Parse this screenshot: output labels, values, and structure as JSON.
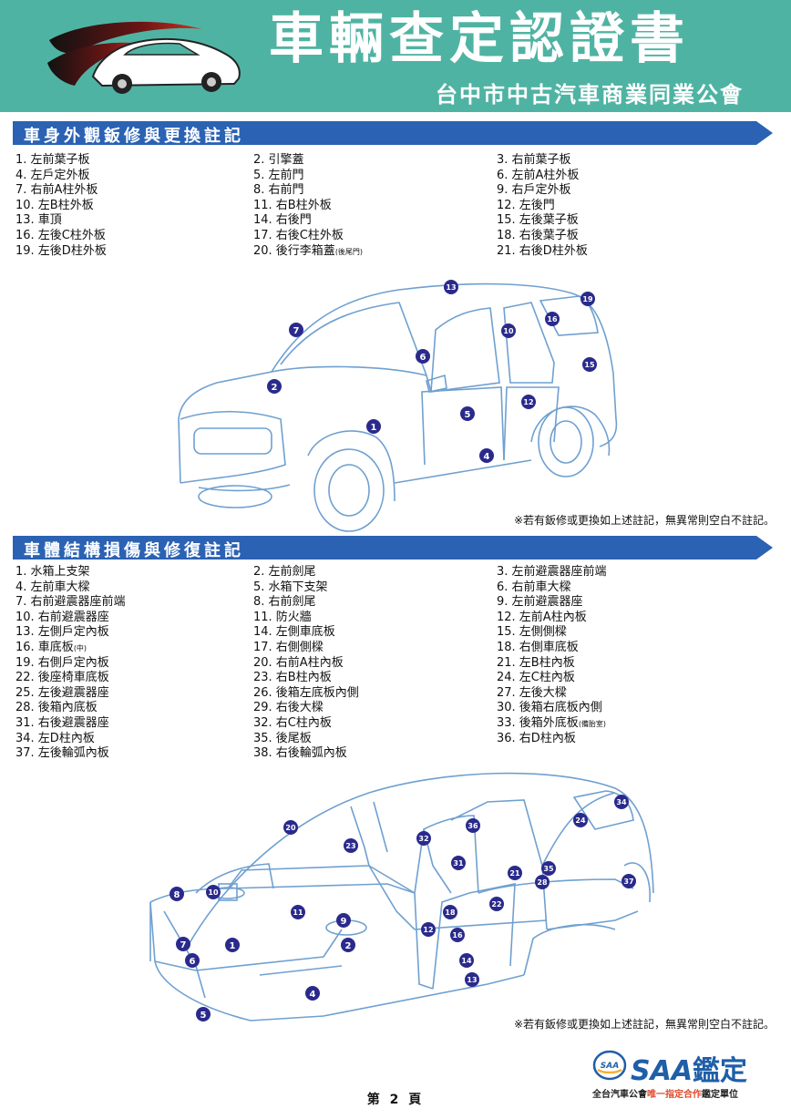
{
  "header": {
    "title": "車輛查定認證書",
    "subtitle": "台中市中古汽車商業同業公會"
  },
  "section1": {
    "title": "車身外觀鈑修與更換註記",
    "rows": [
      [
        "1. 左前葉子板",
        "2. 引擎蓋",
        "3. 右前葉子板"
      ],
      [
        "4. 左戶定外板",
        "5. 左前門",
        "6. 左前A柱外板"
      ],
      [
        "7. 右前A柱外板",
        "8. 右前門",
        "9. 右戶定外板"
      ],
      [
        "10. 左B柱外板",
        "11. 右B柱外板",
        "12. 左後門"
      ],
      [
        "13. 車頂",
        "14. 右後門",
        "15. 左後葉子板"
      ],
      [
        "16. 左後C柱外板",
        "17. 右後C柱外板",
        "18. 右後葉子板"
      ],
      [
        "19. 左後D柱外板",
        "20. 後行李箱蓋",
        "21. 右後D柱外板"
      ]
    ],
    "row20_suffix": "(後尾門)",
    "markers": [
      "1",
      "2",
      "4",
      "5",
      "6",
      "7",
      "10",
      "12",
      "13",
      "15",
      "16",
      "19"
    ],
    "note": "※若有鈑修或更換如上述註記，無異常則空白不註記。"
  },
  "section2": {
    "title": "車體結構損傷與修復註記",
    "rows": [
      [
        "1. 水箱上支架",
        "2. 左前劍尾",
        "3. 左前避震器座前端"
      ],
      [
        "4. 左前車大樑",
        "5. 水箱下支架",
        "6. 右前車大樑"
      ],
      [
        "7. 右前避震器座前端",
        "8. 右前劍尾",
        "9. 左前避震器座"
      ],
      [
        "10. 右前避震器座",
        "11. 防火牆",
        "12. 左前A柱內板"
      ],
      [
        "13. 左側戶定內板",
        "14. 左側車底板",
        "15. 左側側樑"
      ],
      [
        "16. 車底板",
        "17. 右側側樑",
        "18. 右側車底板"
      ],
      [
        "19. 右側戶定內板",
        "20. 右前A柱內板",
        "21. 左B柱內板"
      ],
      [
        "22. 後座椅車底板",
        "23. 右B柱內板",
        "24. 左C柱內板"
      ],
      [
        "25. 左後避震器座",
        "26. 後箱左底板內側",
        "27. 左後大樑"
      ],
      [
        "28. 後箱內底板",
        "29. 右後大樑",
        "30. 後箱右底板內側"
      ],
      [
        "31. 右後避震器座",
        "32. 右C柱內板",
        "33. 後箱外底板"
      ],
      [
        "34. 左D柱內板",
        "35. 後尾板",
        "36. 右D柱內板"
      ],
      [
        "37. 左後輪弧內板",
        "38. 右後輪弧內板",
        ""
      ]
    ],
    "row16_suffix": "(中)",
    "row33_suffix": "(備胎室)",
    "markers": [
      "1",
      "2",
      "4",
      "5",
      "6",
      "7",
      "8",
      "9",
      "10",
      "11",
      "12",
      "13",
      "14",
      "16",
      "18",
      "20",
      "21",
      "22",
      "23",
      "24",
      "28",
      "31",
      "32",
      "34",
      "35",
      "36",
      "37"
    ],
    "note": "※若有鈑修或更換如上述註記，無異常則空白不註記。"
  },
  "footer": {
    "page": "第 2 頁",
    "brand": "SAA",
    "brand_suffix": "鑑定",
    "badge": "SAA",
    "tagline_pre": "全台汽車公會",
    "tagline_red": "唯一指定合作",
    "tagline_post": "鑑定單位"
  },
  "colors": {
    "header_bg": "#4fb3a3",
    "banner": "#2b62b3",
    "line": "#6fa0d0",
    "marker": "#2a2a8c"
  }
}
